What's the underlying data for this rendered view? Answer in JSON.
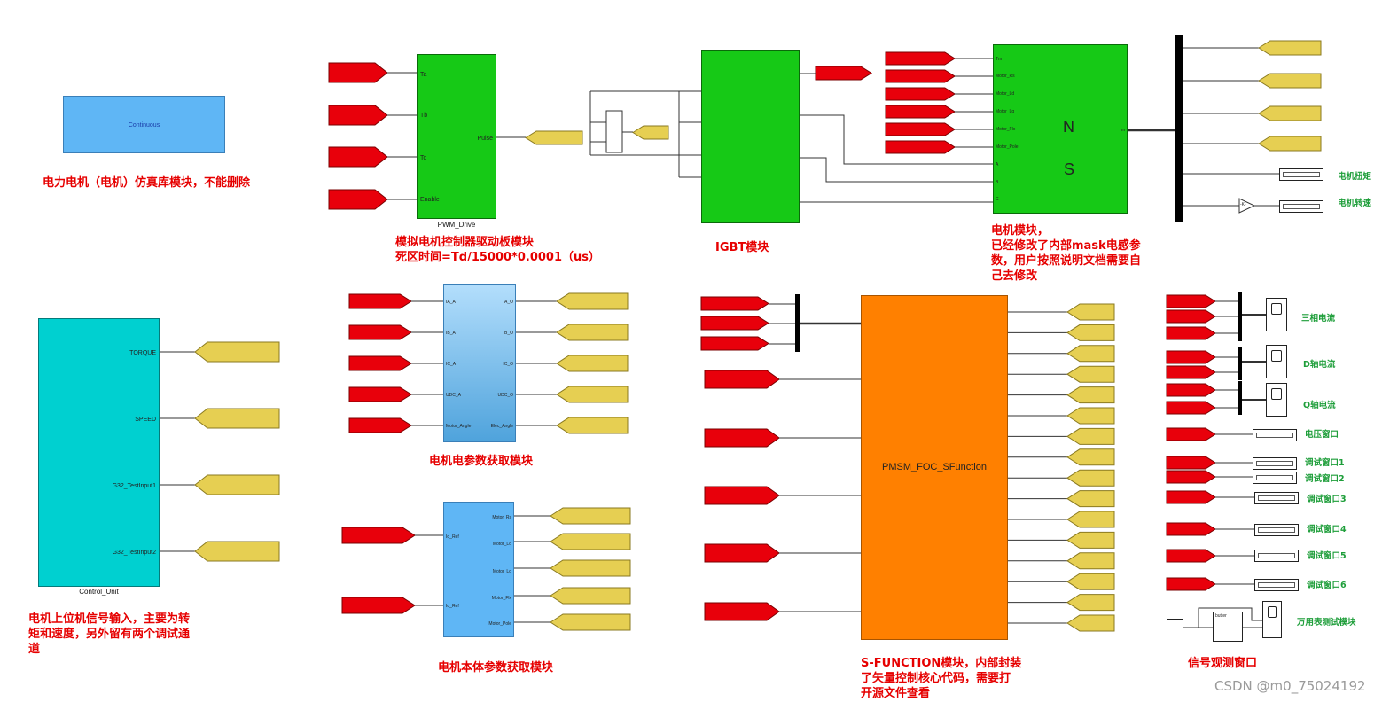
{
  "blocks": {
    "powergui": {
      "label": "Continuous"
    },
    "pwm_drive": {
      "name": "PWM_Drive",
      "in_ports": [
        "Ta",
        "Tb",
        "Tc",
        "Enable"
      ],
      "out_ports": [
        "Pulse"
      ]
    },
    "motor": {
      "in_ports": [
        "Tm",
        "Motor_Rs",
        "Motor_Ld",
        "Motor_Lq",
        "Motor_Flx",
        "Motor_Pole",
        "A",
        "B",
        "C"
      ],
      "out_ports": [
        "m"
      ],
      "pole_n": "N",
      "pole_s": "S"
    },
    "control_unit": {
      "name": "Control_Unit",
      "out_ports": [
        "TORQUE",
        "SPEED",
        "G32_TestInput1",
        "G32_TestInput2"
      ]
    },
    "elec_param": {
      "in_ports": [
        "IA_A",
        "IB_A",
        "IC_A",
        "UDC_A",
        "Motor_Angle"
      ],
      "out_ports": [
        "IA_O",
        "IB_O",
        "IC_O",
        "UDC_O",
        "Elec_Angle"
      ]
    },
    "body_param": {
      "in_ports": [
        "Id_Ref",
        "Iq_Ref"
      ],
      "out_ports": [
        "Motor_Rs",
        "Motor_Ld",
        "Motor_Lq",
        "Motor_Flx",
        "Motor_Pole"
      ]
    },
    "sfunction": {
      "label": "PMSM_FOC_SFunction"
    },
    "gain": {
      "label": "-K-"
    },
    "filter": {
      "label": "butter"
    }
  },
  "notes": {
    "powergui": "电力电机（电机）仿真库模块，不能删除",
    "pwm_line1": "模拟电机控制器驱动板模块",
    "pwm_line2": "死区时间=Td/15000*0.0001（us）",
    "igbt": "IGBT模块",
    "motor_line1": "电机模块，",
    "motor_line2": "已经修改了内部mask电感参",
    "motor_line3": "数，用户按照说明文档需要自",
    "motor_line4": "己去修改",
    "control_line1": "电机上位机信号输入，主要为转",
    "control_line2": "矩和速度，另外留有两个调试通",
    "control_line3": "道",
    "elec": "电机电参数获取模块",
    "body": "电机本体参数获取模块",
    "sfun_line1": "S-FUNCTION模块，内部封装",
    "sfun_line2": "了矢量控制核心代码，需要打",
    "sfun_line3": "开源文件查看",
    "observe": "信号观测窗口"
  },
  "displays": {
    "torque": "电机扭矩",
    "speed": "电机转速",
    "phase_current": "三相电流",
    "d_current": "D轴电流",
    "q_current": "Q轴电流",
    "voltage": "电压窗口",
    "debug1": "调试窗口1",
    "debug2": "调试窗口2",
    "debug3": "调试窗口3",
    "debug4": "调试窗口4",
    "debug5": "调试窗口5",
    "debug6": "调试窗口6",
    "multimeter": "万用表测试模块"
  },
  "watermark": "CSDN @m0_75024192",
  "colors": {
    "goto_red": "#e8000b",
    "from_yellow": "#e6cf52",
    "green_block": "#16c916",
    "cyan_block": "#00d0d0",
    "light_blue": "#5fb6f5",
    "orange": "#ff8000"
  }
}
